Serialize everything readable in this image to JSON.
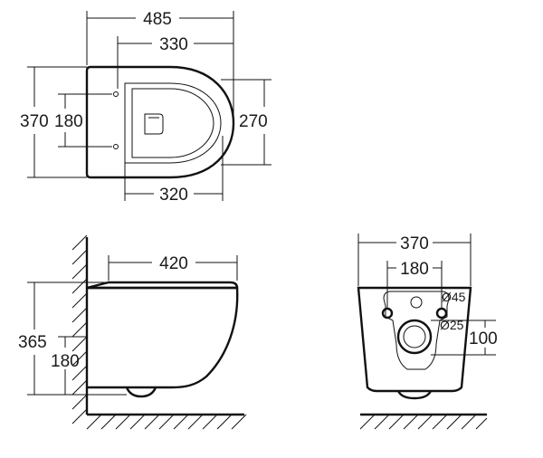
{
  "top_view": {
    "overall_length": "485",
    "seat_length": "330",
    "overall_width": "370",
    "fixing_spacing": "180",
    "seat_width": "270",
    "seat_depth": "320"
  },
  "side_view": {
    "length": "420",
    "height": "365",
    "fixing_height": "180"
  },
  "rear_view": {
    "width": "370",
    "fixing_spacing": "180",
    "outlet_diameter": "Ø45",
    "inlet_diameter": "Ø25",
    "outlet_height": "100"
  }
}
